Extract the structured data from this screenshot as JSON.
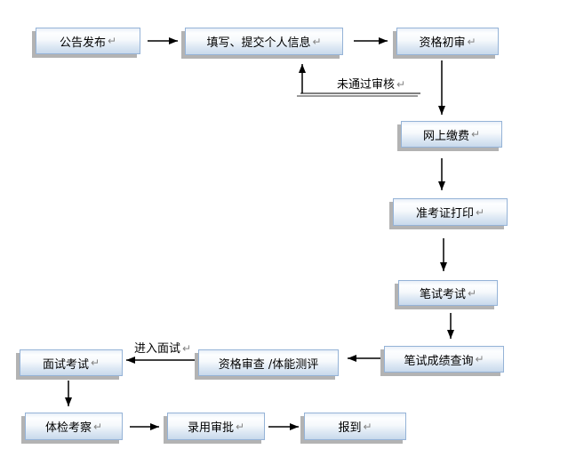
{
  "flowchart": {
    "return_mark": "↵",
    "nodes": [
      {
        "id": "announcement",
        "label": "公告发布",
        "has_return": true
      },
      {
        "id": "fill-submit-info",
        "label": "填写、提交个人信息",
        "has_return": true
      },
      {
        "id": "qualification-first",
        "label": "资格初审",
        "has_return": true
      },
      {
        "id": "online-payment",
        "label": "网上缴费",
        "has_return": true
      },
      {
        "id": "ticket-print",
        "label": "准考证打印",
        "has_return": true
      },
      {
        "id": "written-exam",
        "label": "笔试考试",
        "has_return": true
      },
      {
        "id": "score-inquiry",
        "label": "笔试成绩查询",
        "has_return": true
      },
      {
        "id": "interview-exam",
        "label": "面试考试",
        "has_return": true
      },
      {
        "id": "qualification-fitness",
        "label": "资格审查 /体能测评",
        "has_return": false
      },
      {
        "id": "physical-inspection",
        "label": "体检考察",
        "has_return": true
      },
      {
        "id": "hire-approval",
        "label": "录用审批",
        "has_return": true
      },
      {
        "id": "report-duty",
        "label": "报到",
        "has_return": true
      }
    ],
    "edges": [
      {
        "from": "announcement",
        "to": "fill-submit-info",
        "label": ""
      },
      {
        "from": "fill-submit-info",
        "to": "qualification-first",
        "label": ""
      },
      {
        "from": "qualification-first",
        "to": "fill-submit-info",
        "label": "未通过审核"
      },
      {
        "from": "qualification-first",
        "to": "online-payment",
        "label": ""
      },
      {
        "from": "online-payment",
        "to": "ticket-print",
        "label": ""
      },
      {
        "from": "ticket-print",
        "to": "written-exam",
        "label": ""
      },
      {
        "from": "written-exam",
        "to": "score-inquiry",
        "label": ""
      },
      {
        "from": "score-inquiry",
        "to": "qualification-fitness",
        "label": ""
      },
      {
        "from": "qualification-fitness",
        "to": "interview-exam",
        "label": "进入面试"
      },
      {
        "from": "interview-exam",
        "to": "physical-inspection",
        "label": ""
      },
      {
        "from": "physical-inspection",
        "to": "hire-approval",
        "label": ""
      },
      {
        "from": "hire-approval",
        "to": "report-duty",
        "label": ""
      }
    ],
    "colors": {
      "background": "#ffffff",
      "box_border": "#95b3d7",
      "box_fill_top": "#fdfeff",
      "box_fill_bottom": "#c8d9ec",
      "box_shadow": "#b3b3b3",
      "arrow": "#000000",
      "return_mark": "#848484"
    }
  }
}
